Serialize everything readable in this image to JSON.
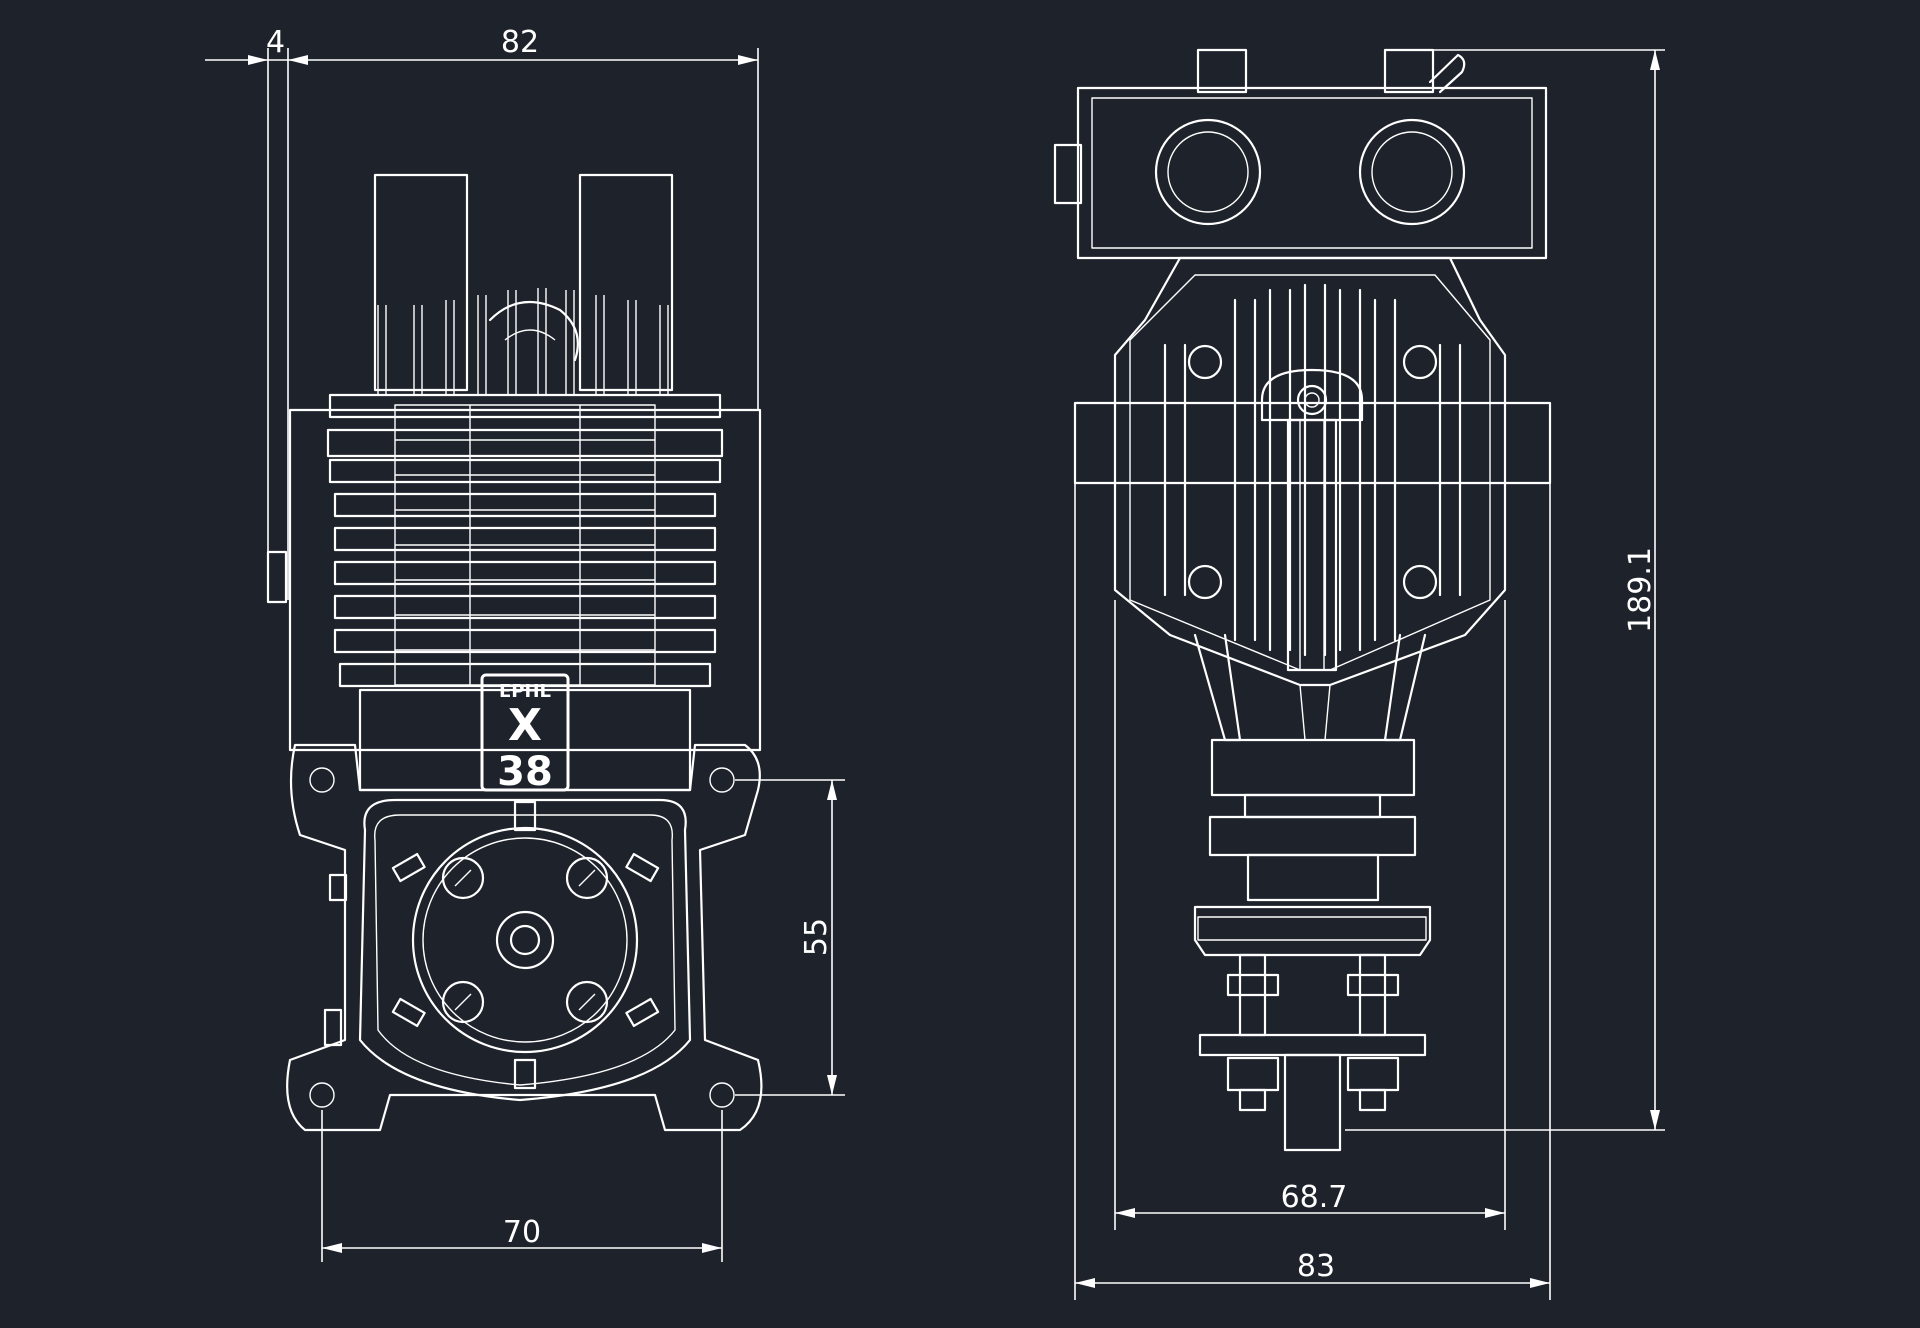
{
  "colors": {
    "background": "#1e222b",
    "line": "#ffffff"
  },
  "front_view": {
    "dim_offset": "4",
    "dim_width_top": "82",
    "dim_mount_height": "55",
    "dim_mount_width": "70",
    "logo_brand": "EPHL",
    "logo_letter": "X",
    "logo_number": "38"
  },
  "side_view": {
    "dim_total_height": "189.1",
    "dim_body_width": "68.7",
    "dim_overall_width": "83"
  }
}
